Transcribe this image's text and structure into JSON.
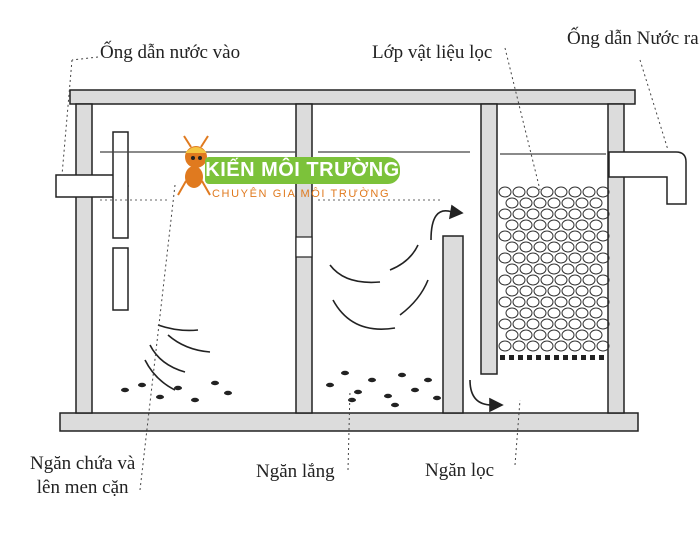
{
  "labels": {
    "inlet_pipe": "Ống dẫn nước vào",
    "filter_material": "Lớp vật liệu lọc",
    "outlet_pipe": "Ống dẫn Nước ra",
    "storage_chamber": "Ngăn chứa và\nlên men cặn",
    "settling_chamber": "Ngăn lắng",
    "filter_chamber": "Ngăn lọc"
  },
  "logo": {
    "title": "KIẾN MÔI TRƯỜNG",
    "subtitle": "CHUYÊN GIA MÔI TRƯỜNG"
  },
  "colors": {
    "wall_fill": "#dcdcdc",
    "stroke": "#222222",
    "logo_green": "#7cc23a",
    "logo_orange": "#e07a1f"
  }
}
